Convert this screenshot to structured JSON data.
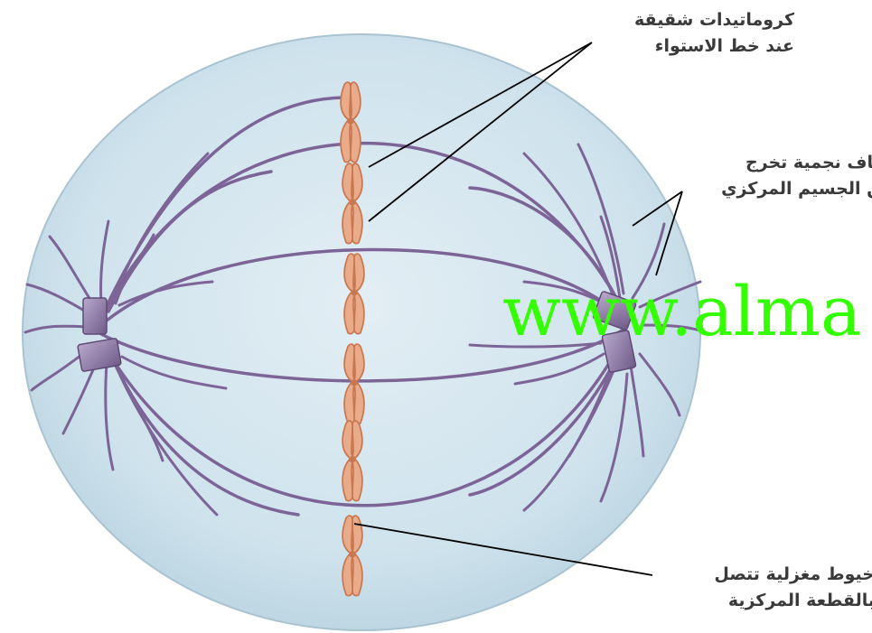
{
  "labels": {
    "sister_chromatids": {
      "line1": "كروماتيدات شقيقة",
      "line2": "عند خط الاستواء"
    },
    "aster_fibers": {
      "line1": "ألياف نجمية تخرج",
      "line2": "من الجسيم المركزي"
    },
    "spindle_fibers": {
      "line1": "خيوط مغزلية تتصل",
      "line2": "بالقطعة المركزية"
    }
  },
  "watermark": {
    "text": "www.alma"
  },
  "colors": {
    "cell_fill": "#cfe3ed",
    "cell_outline": "#a9c3d1",
    "spindle_fiber": "#7d6497",
    "chromosome": "#e9ab8a",
    "chromosome_edge": "#c9774f",
    "centrosome": "#9a86b0",
    "leader_line": "#000000",
    "watermark": "#33ff00"
  }
}
